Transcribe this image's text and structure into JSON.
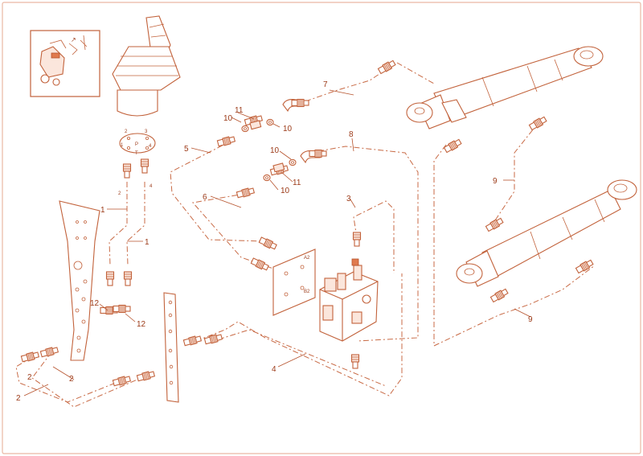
{
  "diagram": {
    "callouts": {
      "c1a": "1",
      "c1b": "1",
      "c2a": "2",
      "c2b": "2",
      "c2c": "2",
      "c3": "3",
      "c4": "4",
      "c5": "5",
      "c6": "6",
      "c7": "7",
      "c8": "8",
      "c9a": "9",
      "c9b": "9",
      "c10a": "10",
      "c10b": "10",
      "c10c": "10",
      "c10d": "10",
      "c11a": "11",
      "c11b": "11",
      "c12a": "12",
      "c12b": "12"
    },
    "joystick_ports": {
      "p2": "2",
      "p3": "3",
      "p1": "1",
      "pP": "P",
      "p4": "4",
      "pT": "T",
      "fit2": "2",
      "fit4": "4"
    },
    "valve_ports": {
      "a2": "A2",
      "b2": "B2"
    }
  },
  "colors": {
    "line": "#c2623b",
    "hose": "#c86a45",
    "text": "#9c3a18",
    "accent": "#e07a4e",
    "frame": "#e9b8a3"
  }
}
